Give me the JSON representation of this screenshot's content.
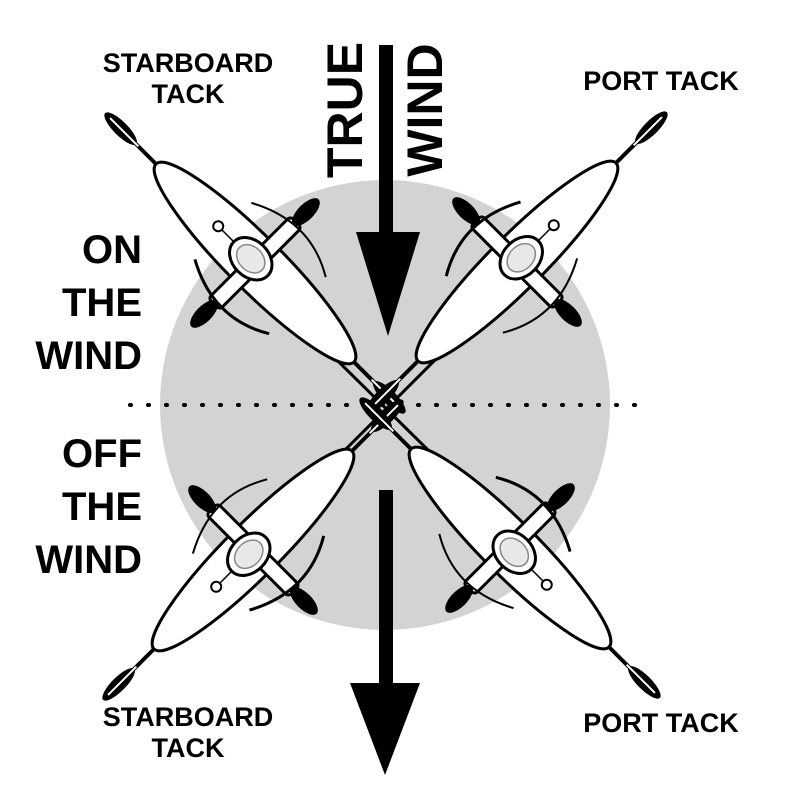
{
  "labels": {
    "starboard_top_line1": "STARBOARD",
    "starboard_top_line2": "TACK",
    "port_top": "PORT TACK",
    "starboard_bottom_line1": "STARBOARD",
    "starboard_bottom_line2": "TACK",
    "port_bottom": "PORT TACK",
    "wind_word1": "TRUE",
    "wind_word2": "WIND",
    "on_line1": "ON",
    "on_line2": "THE",
    "on_line3": "WIND",
    "off_line1": "OFF",
    "off_line2": "THE",
    "off_line3": "WIND"
  },
  "colors": {
    "circle": "#d3d3d3",
    "ink": "#000000",
    "hull": "#ffffff",
    "background": "#ffffff"
  },
  "icons": {
    "kayak": "kayak-icon",
    "wind_arrow": "down-arrow-icon"
  }
}
